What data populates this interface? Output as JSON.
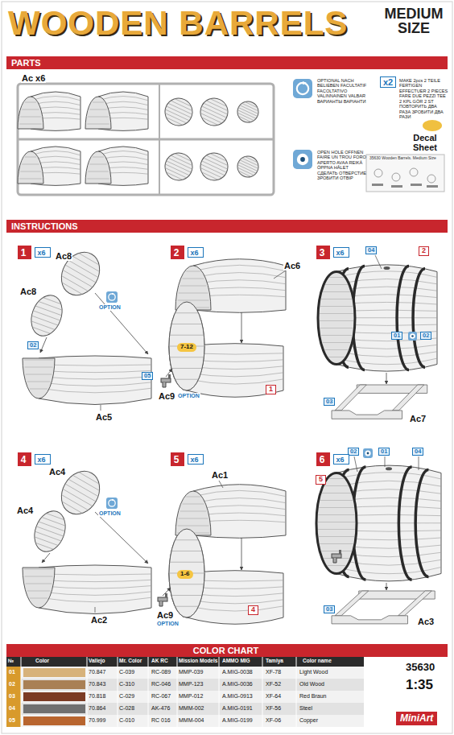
{
  "diagram": {
    "title": "WOODEN BARRELS",
    "nodes": [
      {
        "text": [
          "PARTS"
        ]
      },
      {
        "text": [
          "INSTRUCTIONS"
        ]
      },
      {
        "text": [
          "1"
        ]
      },
      {
        "text": [
          "x6"
        ]
      },
      {
        "text": [
          "2"
        ]
      },
      {
        "text": [
          "x6"
        ]
      },
      {
        "text": [
          "3"
        ]
      },
      {
        "text": [
          "x6"
        ]
      },
      {
        "text": [
          "4"
        ]
      },
      {
        "text": [
          "x6"
        ]
      },
      {
        "text": [
          "5"
        ]
      },
      {
        "text": [
          "x6"
        ]
      },
      {
        "text": [
          "6"
        ]
      },
      {
        "text": [
          "x6"
        ]
      },
      {
        "text": [
          "COLOR CHART"
        ]
      }
    ],
    "labels": [
      "MEDIUM SIZE",
      "Ac x6",
      "OPTIONAL NACH BELIEBEN FACULTATIF FACOLTATIVO VALINNAINEN VALBAR ВАРИАНТЫ ВАРІАНТИ",
      "x2",
      "MAKE 2pcs 2 TEILE FERTIGEN EFFECTUER 2 PIECES FARE DUE PEZZI TEE 2 KPL GÖR 2 ST ПОВТОРИТЬ ДВА РАЗА ЗРОБИТИ ДВА РАЗИ",
      "Decal Sheet",
      "35630 Wooden Barrels. Medium Size",
      "OPEN HOLE OFFNEN FAIRE UN TROU FORO APERTO AVAA REIKÄ ÖPPNA HÅLET СДЕЛАТЬ ОТВЕРСТИЕ ЗРОБИТИ ОТВІР",
      "Ac8",
      "Ac8",
      "OPTION",
      "02",
      "Ac5",
      "Ac6",
      "7-12",
      "05",
      "Ac9",
      "OPTION",
      "1",
      "04",
      "2",
      "01",
      "02",
      "03",
      "Ac7",
      "Ac4",
      "Ac4",
      "OPTION",
      "Ac2",
      "Ac1",
      "1-6",
      "4",
      "Ac9",
      "OPTION",
      "02",
      "01",
      "04",
      "5",
      "03",
      "Ac3",
      "35630",
      "1:35",
      "MiniArt",
      "№",
      "Color",
      "Vallejo",
      "Mr. Color",
      "AK RC",
      "Mission Models",
      "AMMO MIG",
      "Tamiya",
      "Color name",
      "01",
      "70.847",
      "C-039",
      "RC-089",
      "MMP-039",
      "A.MIG-0038",
      "XF-78",
      "02",
      "70.843",
      "C-310",
      "RC-046",
      "MMP-123",
      "A.MIG-0036",
      "XF-52",
      "03",
      "70.818",
      "C-029",
      "RC-067",
      "MMP-012",
      "A.MIG-0913",
      "XF-64",
      "04",
      "70.864",
      "C-028",
      "AK-476",
      "MMM-002",
      "A.MIG-0191",
      "XF-56",
      "05",
      "70.999",
      "C-010",
      "RC 016",
      "MMM-004",
      "A.MIG-0199",
      "XF-06"
    ],
    "legend": [
      {
        "text": "Light Wood",
        "color": "#d7b27a"
      },
      {
        "text": "Old Wood",
        "color": "#a98055"
      },
      {
        "text": "Red Braun",
        "color": "#7b3b24"
      },
      {
        "text": "Steel",
        "color": "#707070"
      },
      {
        "text": "Copper",
        "color": "#b8652f"
      }
    ]
  }
}
